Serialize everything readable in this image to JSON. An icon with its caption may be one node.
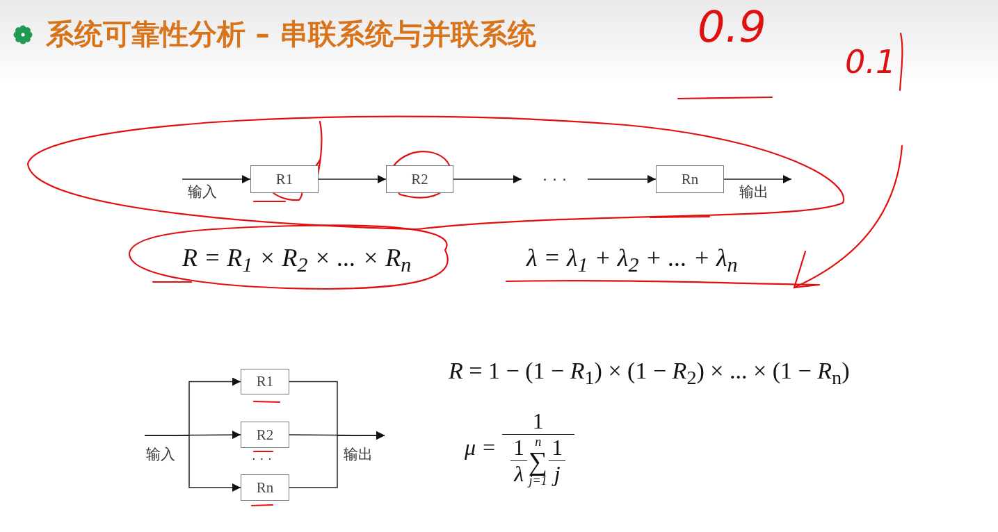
{
  "diagram": {
    "title": "系统可靠性分析 – 串联系统与并联系统",
    "nodes": [
      {
        "text": [
          "R1"
        ]
      },
      {
        "text": [
          "R2"
        ]
      },
      {
        "text": [
          "· · ·"
        ]
      },
      {
        "text": [
          "Rn"
        ]
      },
      {
        "text": [
          "R1"
        ]
      },
      {
        "text": [
          "R2"
        ]
      },
      {
        "text": [
          "Rn"
        ]
      }
    ],
    "edges": [
      {
        "from": null,
        "to": 0,
        "arrow": "to",
        "label": "输入"
      },
      {
        "from": 0,
        "to": 1,
        "arrow": "to"
      },
      {
        "from": 1,
        "to": 2,
        "arrow": "to"
      },
      {
        "from": 2,
        "to": 3,
        "arrow": "to"
      },
      {
        "from": 3,
        "to": null,
        "arrow": "to",
        "label": "输出"
      },
      {
        "from": null,
        "to": 4,
        "arrow": "to"
      },
      {
        "from": null,
        "to": 5,
        "arrow": "to",
        "label": "输入"
      },
      {
        "from": null,
        "to": 6,
        "arrow": "to"
      },
      {
        "from": 4,
        "to": null,
        "arrow": "to"
      },
      {
        "from": 5,
        "to": null,
        "arrow": "to",
        "label": "输出"
      },
      {
        "from": 6,
        "to": null,
        "arrow": "to"
      }
    ],
    "labels": [
      "0.9",
      "0.1",
      "R = R$_{1}$ × R$_{2}$ × ... × R$_{n}$",
      "λ = λ$_{1}$ + λ$_{2}$ + ... + λ$_{n}$",
      "· · ·",
      "*R* = 1 − (1 − *R*$_{1}$) × (1 − *R*$_{2}$) × ... × (1 − *R*$_{n}$)",
      "μ =",
      "1",
      "1",
      "λ",
      "n",
      "∑",
      "j=1",
      "1",
      "j"
    ]
  }
}
